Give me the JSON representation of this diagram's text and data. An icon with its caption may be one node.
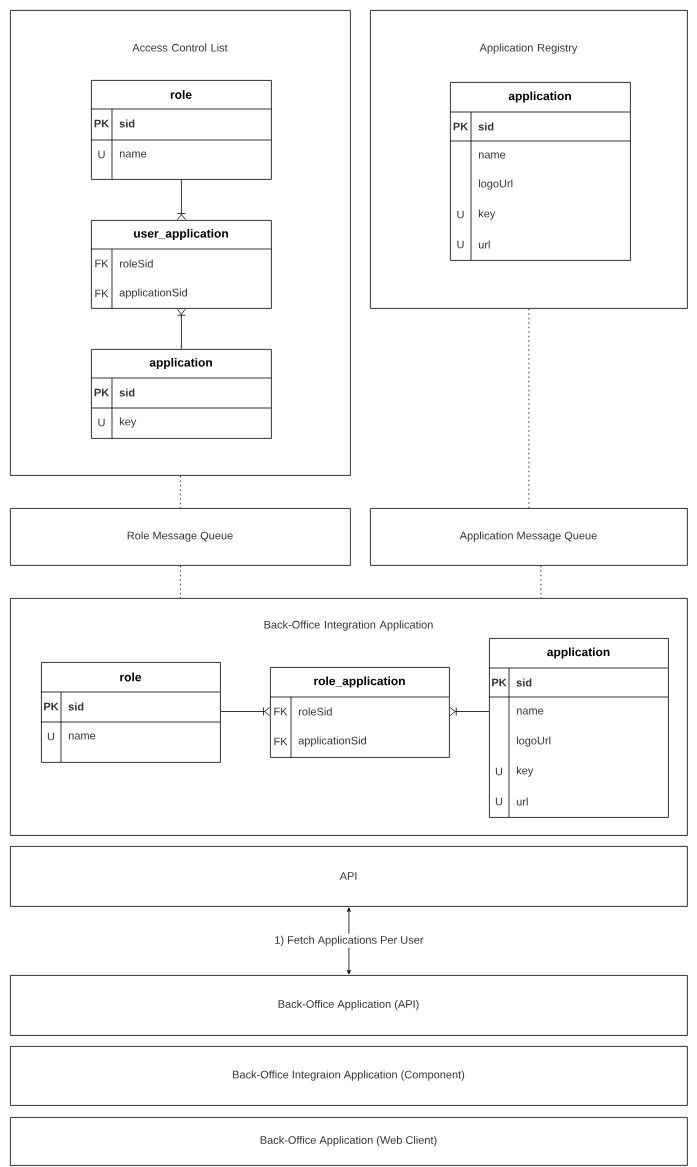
{
  "diagram": {
    "nodes": [
      {
        "text": [
          "Access Control List"
        ]
      },
      {
        "text": [
          "role",
          "PK",
          "sid",
          "U",
          "name"
        ],
        "in": 0
      },
      {
        "text": [
          "user_application",
          "FK",
          "roleSid",
          "FK",
          "applicationSid"
        ],
        "in": 0
      },
      {
        "text": [
          "application",
          "PK",
          "sid",
          "U",
          "key"
        ],
        "in": 0
      },
      {
        "text": [
          "Application Registry"
        ]
      },
      {
        "text": [
          "application",
          "PK",
          "sid",
          "name",
          "logoUrl",
          "U",
          "key",
          "U",
          "url"
        ],
        "in": 4
      },
      {
        "text": [
          "Role Message Queue"
        ]
      },
      {
        "text": [
          "Application Message Queue"
        ]
      },
      {
        "text": [
          "Back-Office Integration Application"
        ]
      },
      {
        "text": [
          "role",
          "PK",
          "sid",
          "U",
          "name"
        ],
        "in": 8
      },
      {
        "text": [
          "role_application",
          "FK",
          "roleSid",
          "FK",
          "applicationSid"
        ],
        "in": 8
      },
      {
        "text": [
          "application",
          "PK",
          "sid",
          "name",
          "logoUrl",
          "U",
          "key",
          "U",
          "url"
        ],
        "in": 8
      },
      {
        "text": [
          "API"
        ]
      },
      {
        "text": [
          "Back-Office Application (API)"
        ]
      },
      {
        "text": [
          "Back-Office Integraion Application (Component)"
        ]
      },
      {
        "text": [
          "Back-Office Application (Web Client)"
        ]
      }
    ],
    "edges": [
      {
        "from": 1,
        "to": 2,
        "arrow": "other"
      },
      {
        "from": 3,
        "to": 2,
        "arrow": "other"
      },
      {
        "from": 0,
        "to": 6,
        "arrow": "none",
        "style": "dashed"
      },
      {
        "from": 6,
        "to": 8,
        "arrow": "none",
        "style": "dashed"
      },
      {
        "from": 4,
        "to": 7,
        "arrow": "none",
        "style": "dashed"
      },
      {
        "from": 7,
        "to": 8,
        "arrow": "none",
        "style": "dashed"
      },
      {
        "from": 9,
        "to": 10,
        "arrow": "other"
      },
      {
        "from": 11,
        "to": 10,
        "arrow": "other"
      },
      {
        "from": 12,
        "to": 13,
        "arrow": "both",
        "label": "1) Fetch Applications Per User"
      }
    ]
  }
}
